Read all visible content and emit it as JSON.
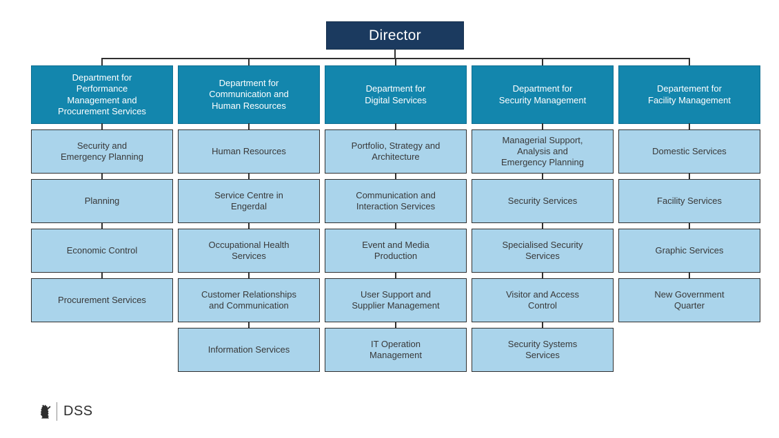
{
  "chart": {
    "type": "org-chart",
    "title": "Director",
    "columns": [
      {
        "department": "Department for\nPerformance\nManagement and\nProcurement Services",
        "units": [
          "Security and\nEmergency Planning",
          "Planning",
          "Economic Control",
          "Procurement Services"
        ]
      },
      {
        "department": "Department for\nCommunication and\nHuman Resources",
        "units": [
          "Human Resources",
          "Service Centre in\nEngerdal",
          "Occupational Health\nServices",
          "Customer Relationships\nand Communication",
          "Information Services"
        ]
      },
      {
        "department": "Department for\nDigital Services",
        "units": [
          "Portfolio, Strategy and\nArchitecture",
          "Communication and\nInteraction Services",
          "Event and Media\nProduction",
          "User Support and\nSupplier Management",
          "IT Operation\nManagement"
        ]
      },
      {
        "department": "Department for\nSecurity Management",
        "units": [
          "Managerial Support,\nAnalysis and\nEmergency Planning",
          "Security Services",
          "Specialised Security\nServices",
          "Visitor and Access\nControl",
          "Security Systems\nServices"
        ]
      },
      {
        "department": "Departement for\nFacility Management",
        "units": [
          "Domestic Services",
          "Facility Services",
          "Graphic Services",
          "New Government\nQuarter"
        ]
      }
    ]
  },
  "footer": {
    "logo_icon": "norwegian-lion-crest-icon",
    "logo_text": "DSS"
  },
  "colors": {
    "director_bg": "#1b3a5f",
    "director_border": "#16304d",
    "department_bg": "#1386ad",
    "department_border": "#0d6e91",
    "unit_bg": "#aad4eb",
    "unit_border": "#2e2e2e",
    "connector": "#2f2f2f",
    "text_light": "#ffffff",
    "text_dark": "#383838",
    "logo_color": "#2d2d2d"
  }
}
